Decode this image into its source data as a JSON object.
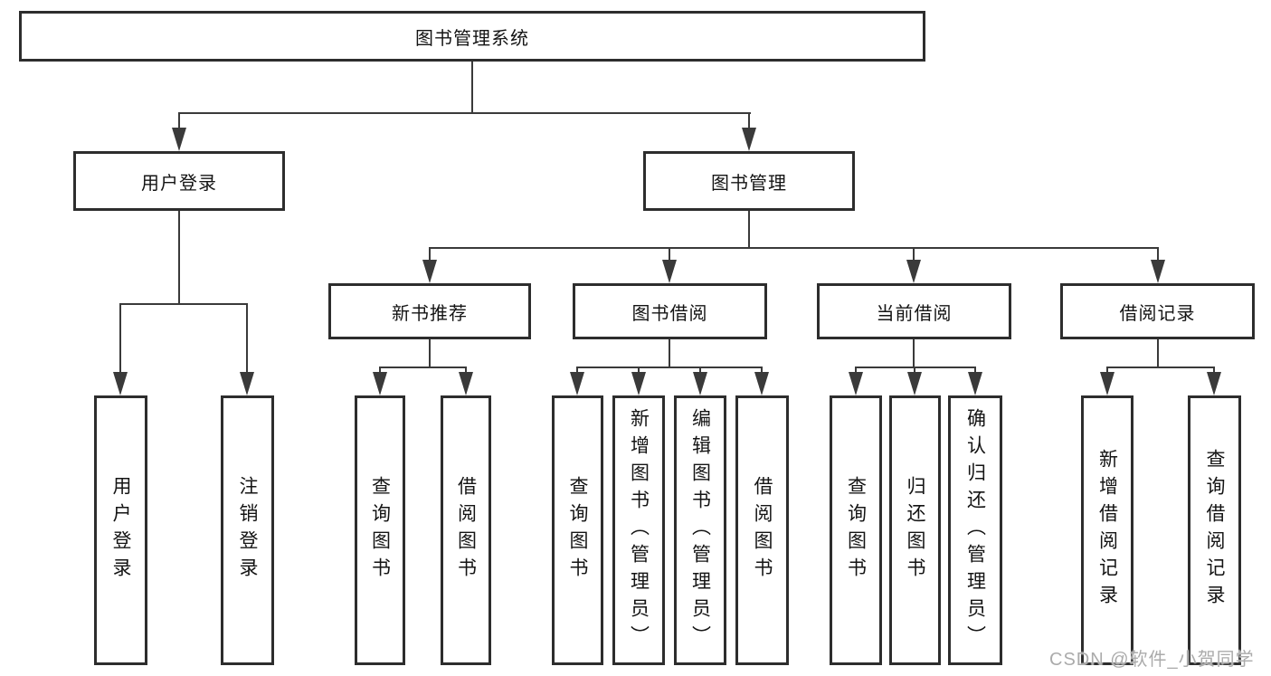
{
  "diagram": {
    "root": {
      "label": "图书管理系统"
    },
    "branches": [
      {
        "label": "用户登录",
        "children": [
          {
            "label": "用户登录"
          },
          {
            "label": "注销登录"
          }
        ]
      },
      {
        "label": "图书管理",
        "children": [
          {
            "label": "新书推荐",
            "children": [
              {
                "label": "查询图书"
              },
              {
                "label": "借阅图书"
              }
            ]
          },
          {
            "label": "图书借阅",
            "children": [
              {
                "label": "查询图书"
              },
              {
                "label": "新增图书（管理员）"
              },
              {
                "label": "编辑图书（管理员）"
              },
              {
                "label": "借阅图书"
              }
            ]
          },
          {
            "label": "当前借阅",
            "children": [
              {
                "label": "查询图书"
              },
              {
                "label": "归还图书"
              },
              {
                "label": "确认归还（管理员）"
              }
            ]
          },
          {
            "label": "借阅记录",
            "children": [
              {
                "label": "新增借阅记录"
              },
              {
                "label": "查询借阅记录"
              }
            ]
          }
        ]
      }
    ],
    "line_color": "#3a3a3a",
    "border_color": "#2d2d2d"
  },
  "watermark": {
    "text": "CSDN @软件_小贺同学"
  }
}
